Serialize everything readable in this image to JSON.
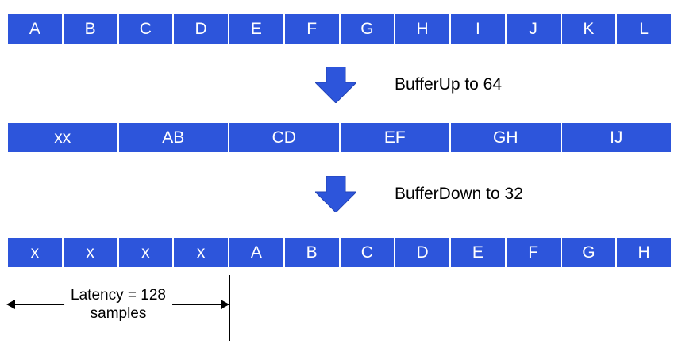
{
  "diagram": {
    "row1": {
      "cells": [
        "A",
        "B",
        "C",
        "D",
        "E",
        "F",
        "G",
        "H",
        "I",
        "J",
        "K",
        "L"
      ]
    },
    "arrow1_label": "BufferUp to 64",
    "row2": {
      "cells": [
        "xx",
        "AB",
        "CD",
        "EF",
        "GH",
        "IJ"
      ]
    },
    "arrow2_label": "BufferDown to 32",
    "row3": {
      "cells": [
        "x",
        "x",
        "x",
        "x",
        "A",
        "B",
        "C",
        "D",
        "E",
        "F",
        "G",
        "H"
      ]
    },
    "latency": {
      "line1": "Latency = 128",
      "line2": "samples"
    }
  },
  "colors": {
    "cell_fill": "#2D55DB",
    "cell_stroke": "#2343B5",
    "cell_text": "#FFFFFF",
    "label_text": "#000000"
  }
}
